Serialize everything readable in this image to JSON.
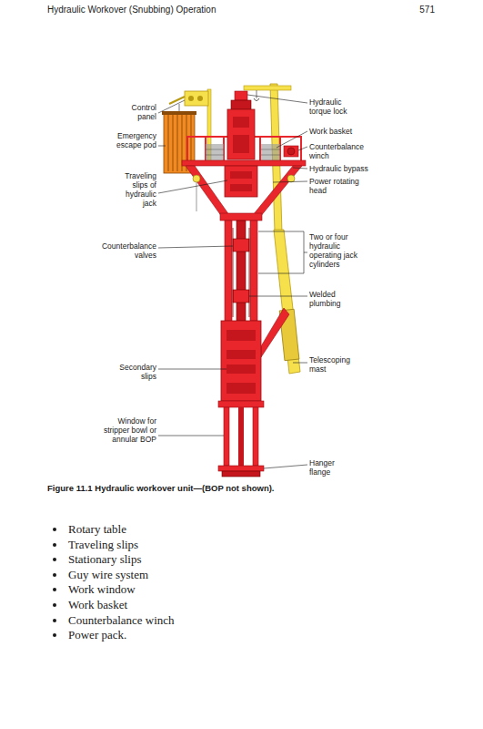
{
  "diagram": {
    "caption": "Figure 11.1 Hydraulic workover unit—(BOP not shown).",
    "labels": [
      "Hydraulic Workover (Snubbing) Operation",
      "571",
      "Control panel",
      "Emergency escape pod",
      "Traveling slips of hydraulic jack",
      "Counterbalance valves",
      "Secondary slips",
      "Window for stripper bowl or annular BOP",
      "Hydraulic torque lock",
      "Work basket",
      "Counterbalance winch",
      "Hydraulic bypass",
      "Power rotating head",
      "Two or four hydraulic operating jack cylinders",
      "Welded plumbing",
      "Telescoping mast",
      "Hanger flange",
      "Rotary table",
      "Traveling slips",
      "Stationary slips",
      "Guy wire system",
      "Work window",
      "Work basket",
      "Counterbalance winch",
      "Power pack."
    ]
  }
}
